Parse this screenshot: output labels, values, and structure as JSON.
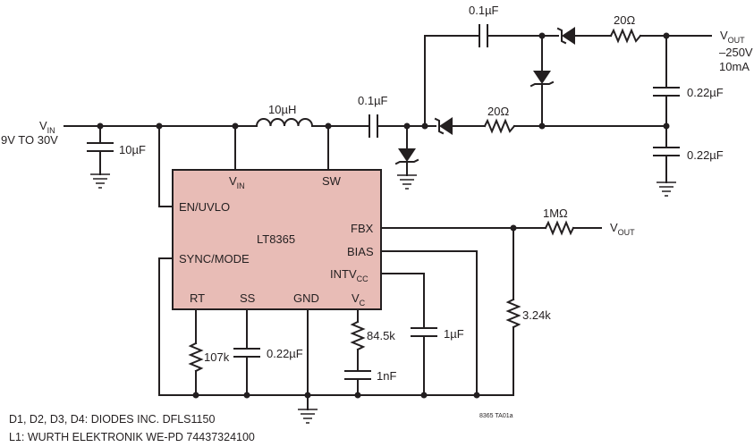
{
  "ic": {
    "name": "LT8365",
    "fill": "#e8bcb6"
  },
  "pins": {
    "vin": "V",
    "vin_sub": "IN",
    "sw": "SW",
    "en": "EN/UVLO",
    "sync": "SYNC/MODE",
    "fbx": "FBX",
    "bias": "BIAS",
    "intv": "INTV",
    "intv_sub": "CC",
    "rt": "RT",
    "ss": "SS",
    "gnd": "GND",
    "vc": "V",
    "vc_sub": "C"
  },
  "labels": {
    "vin_main": "V",
    "vin_main_sub": "IN",
    "vin_range": "9V TO 30V",
    "c_in": "10µF",
    "inductor": "10µH",
    "c_couple1": "0.1µF",
    "c_couple2": "0.1µF",
    "r_top": "20Ω",
    "r_mid": "20Ω",
    "vout_main": "V",
    "vout_main_sub": "OUT",
    "vout_value": "–250V",
    "vout_current": "10mA",
    "c_out1": "0.22µF",
    "c_out2": "0.22µF",
    "r_fb": "1MΩ",
    "vout_fb": "V",
    "vout_fb_sub": "OUT",
    "r_fb2": "3.24k",
    "c_intv": "1µF",
    "r_vc": "84.5k",
    "c_vc": "1nF",
    "r_rt": "107k",
    "c_ss": "0.22µF",
    "ref_code": "8365 TA01a"
  },
  "footnotes": [
    "D1, D2, D3, D4: DIODES INC. DFLS1150",
    "L1: WURTH ELEKTRONIK WE-PD 74437324100"
  ]
}
